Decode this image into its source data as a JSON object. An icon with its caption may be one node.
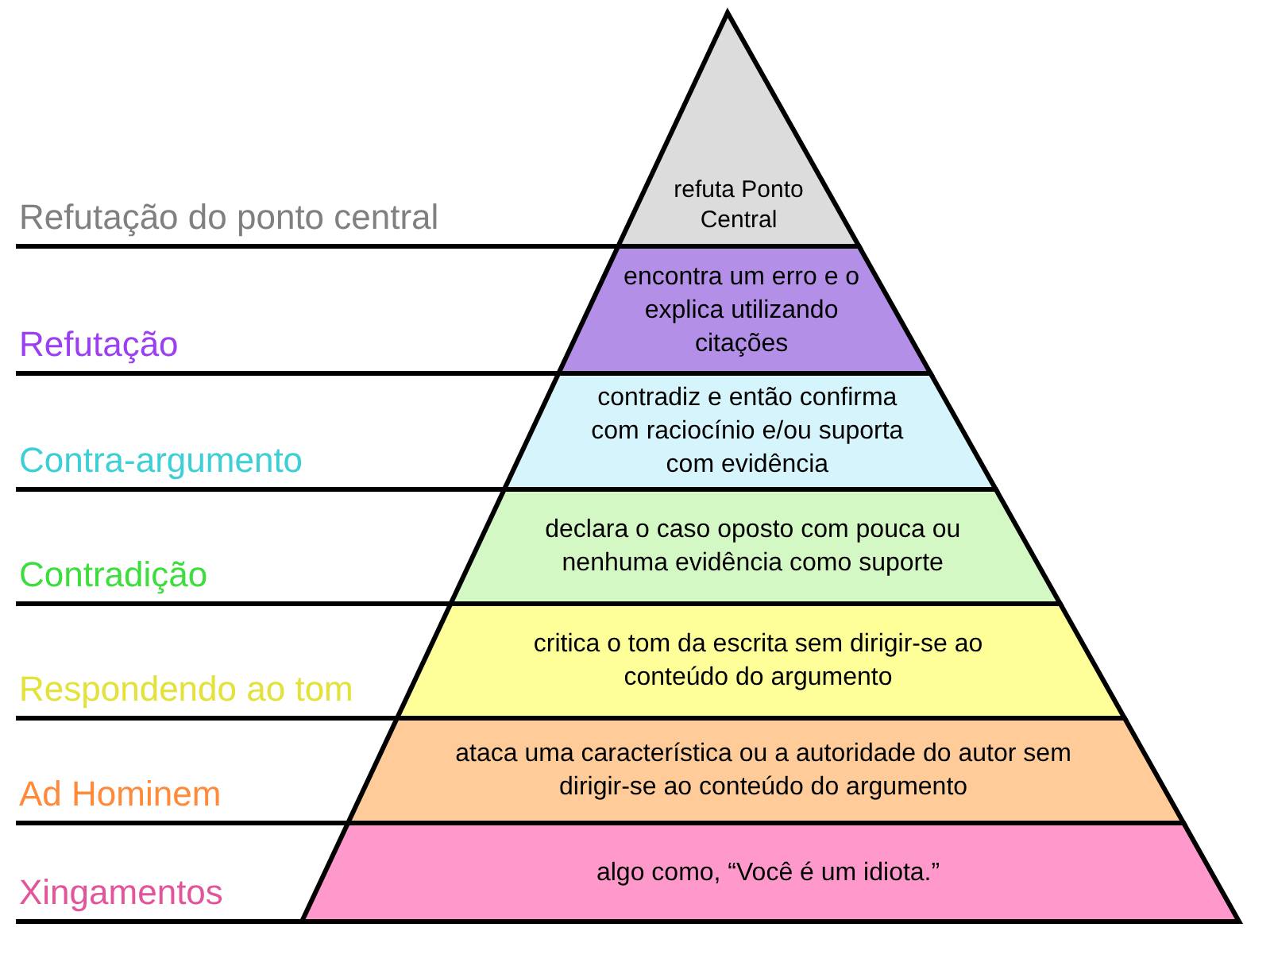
{
  "diagram": {
    "nodes": [
      {
        "text": [
          "Refutação do ponto central",
          "refuta Ponto Central"
        ]
      },
      {
        "text": [
          "Refutação",
          "encontra um erro e o explica utilizando citações"
        ]
      },
      {
        "text": [
          "Contra-argumento",
          "contradiz e então confirma com raciocínio e/ou suporta com evidência"
        ]
      },
      {
        "text": [
          "Contradição",
          "declara o caso oposto com pouca ou nenhuma evidência como suporte"
        ]
      },
      {
        "text": [
          "Respondendo ao tom",
          "critica o tom da escrita sem dirigir-se ao conteúdo do argumento"
        ]
      },
      {
        "text": [
          "Ad Hominem",
          "ataca uma característica ou a autoridade do autor sem dirigir-se ao conteúdo do argumento"
        ]
      },
      {
        "text": [
          "Xingamentos",
          "algo como, “Você é um idiota.”"
        ]
      }
    ]
  }
}
